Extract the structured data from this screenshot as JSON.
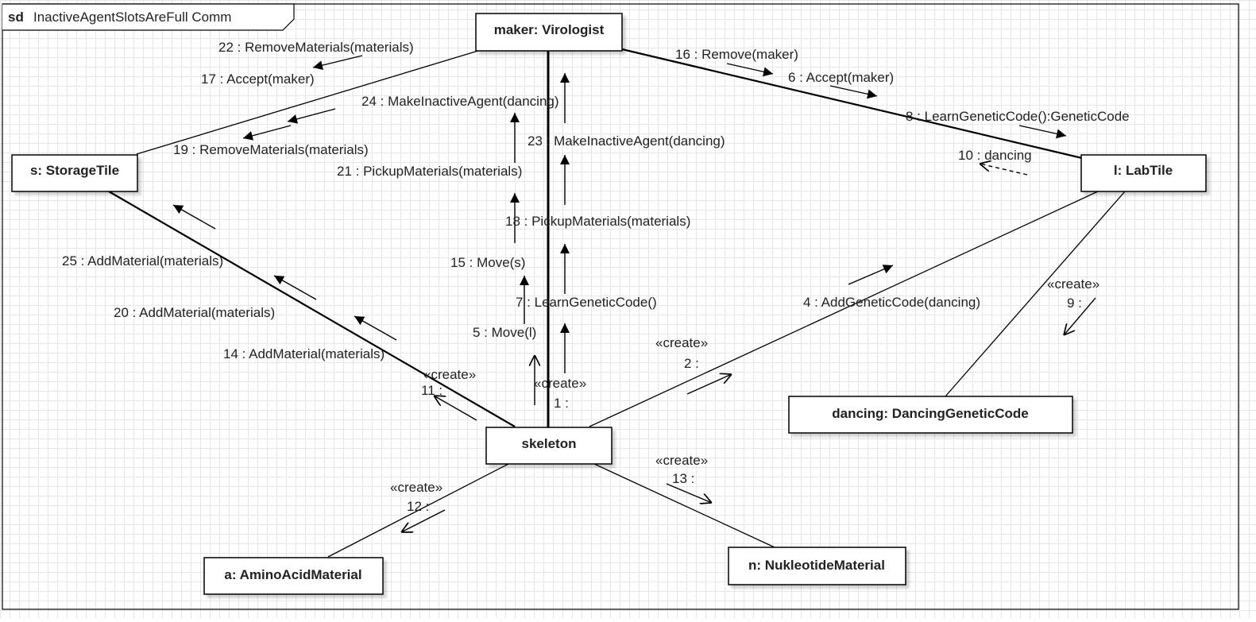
{
  "frame": {
    "keyword": "sd",
    "title": "InactiveAgentSlotsAreFull Comm"
  },
  "objects": {
    "maker": "maker: Virologist",
    "storage": "s: StorageTile",
    "lab": "l: LabTile",
    "skeleton": "skeleton",
    "dancing": "dancing: DancingGeneticCode",
    "amino": "a: AminoAcidMaterial",
    "nukleotide": "n: NukleotideMaterial"
  },
  "messages": {
    "m22": "22 : RemoveMaterials(materials)",
    "m17": "17 : Accept(maker)",
    "m24": "24 : MakeInactiveAgent(dancing)",
    "m19": "19 : RemoveMaterials(materials)",
    "m23": "23 : MakeInactiveAgent(dancing)",
    "m21": "21 : PickupMaterials(materials)",
    "m18": "18 : PickupMaterials(materials)",
    "m15": "15 : Move(s)",
    "m7": "7 : LearnGeneticCode()",
    "m5": "5 : Move(l)",
    "m1": "1 :",
    "m16": "16 : Remove(maker)",
    "m6": "6 : Accept(maker)",
    "m8": "8 : LearnGeneticCode():GeneticCode",
    "m10": "10 : dancing",
    "m25": "25 : AddMaterial(materials)",
    "m20": "20 : AddMaterial(materials)",
    "m14": "14 : AddMaterial(materials)",
    "m11": "11 :",
    "m4": "4 : AddGeneticCode(dancing)",
    "m2": "2 :",
    "m9": "9 :",
    "m12": "12 :",
    "m13": "13 :"
  },
  "stereotypes": {
    "create": "«create»"
  }
}
